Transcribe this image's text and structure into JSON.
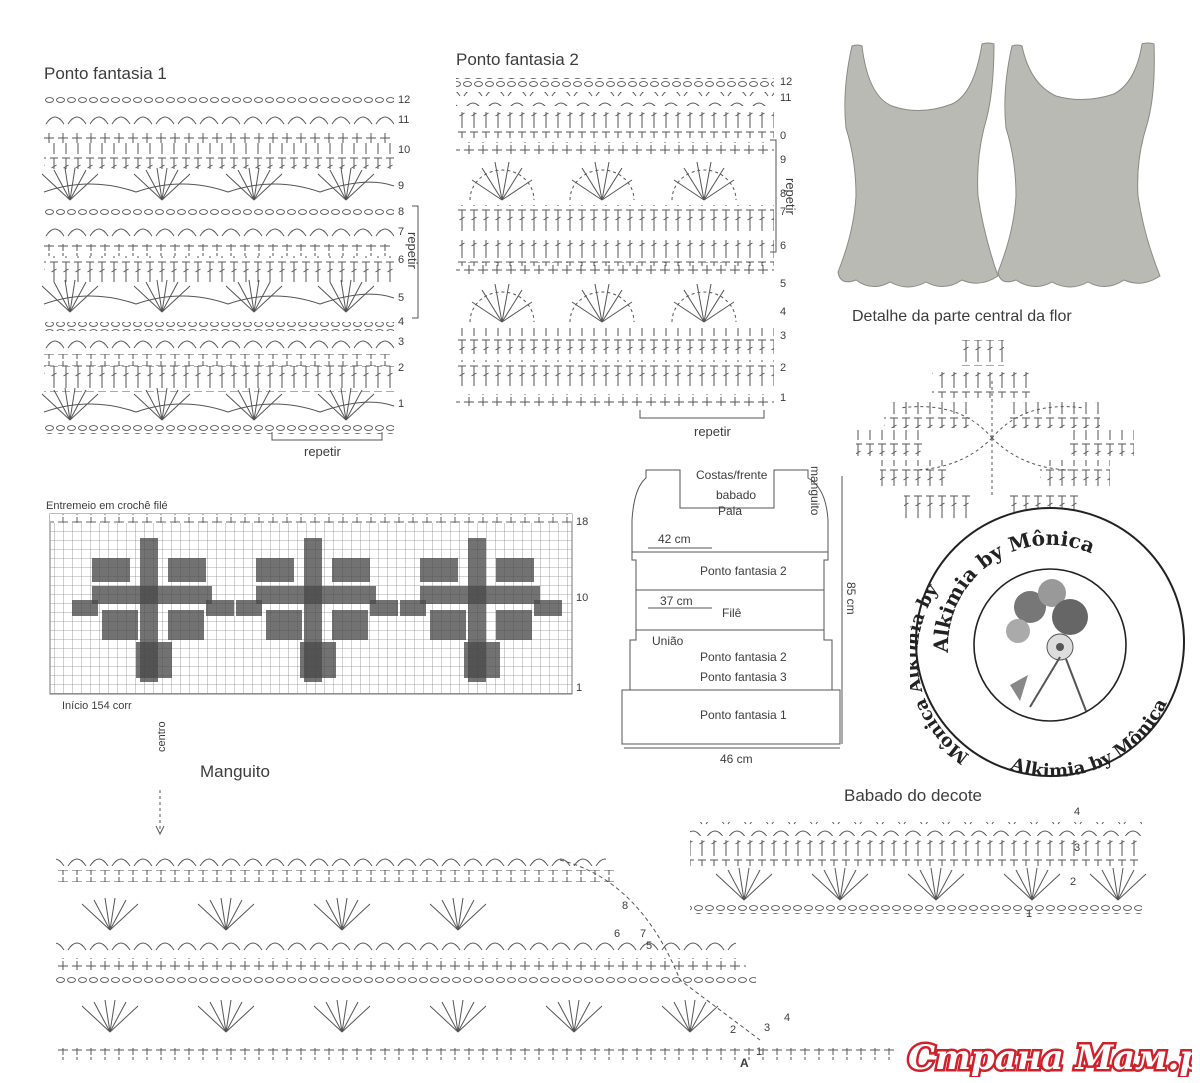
{
  "sections": {
    "ponto1": {
      "title": "Ponto fantasia 1",
      "repeat_label": "repetir",
      "side_repeat_label": "repetir",
      "rows": [
        "12",
        "11",
        "10",
        "9",
        "8",
        "7",
        "6",
        "5",
        "4",
        "3",
        "2",
        "1"
      ]
    },
    "ponto2": {
      "title": "Ponto fantasia 2",
      "repeat_label": "repetir",
      "side_repeat_label": "repetir",
      "rows": [
        "12",
        "11",
        "0",
        "9",
        "8",
        "7",
        "6",
        "5",
        "4",
        "3",
        "2",
        "1"
      ]
    },
    "flor": {
      "title": "Detalhe da parte central da flor"
    },
    "file": {
      "title": "Entremeio em crochê filé",
      "start_label": "Início 154 corr",
      "rows": [
        "18",
        "10",
        "1"
      ]
    },
    "schematic": {
      "costas": "Costas/frente",
      "babado": "babado",
      "pala": "Pala",
      "manguito": "manguito",
      "w42": "42 cm",
      "pf2a": "Ponto fantasia 2",
      "w37": "37 cm",
      "file": "Filê",
      "uniao": "União",
      "pf2b": "Ponto fantasia 2",
      "pf3": "Ponto fantasia 3",
      "pf1": "Ponto fantasia 1",
      "w46": "46 cm",
      "h85": "85 cm"
    },
    "manguito": {
      "title": "Manguito",
      "centro": "centro",
      "mark_a": "A",
      "rows": [
        "8",
        "7",
        "6",
        "5",
        "4",
        "3",
        "2",
        "1"
      ]
    },
    "babado": {
      "title": "Babado do decote",
      "rows": [
        "4",
        "3",
        "2",
        "1"
      ]
    }
  },
  "watermark": {
    "top": "Alkimia by Mônica",
    "left": "Mônica Alkimia by",
    "right": "Alkimia by Mônica"
  },
  "logo": {
    "text": "Страна Мам.ру"
  },
  "colors": {
    "ink": "#4a4a4a",
    "grid": "#8a8a8a",
    "garment": "#b9bab4",
    "logo": "#d0202a"
  }
}
